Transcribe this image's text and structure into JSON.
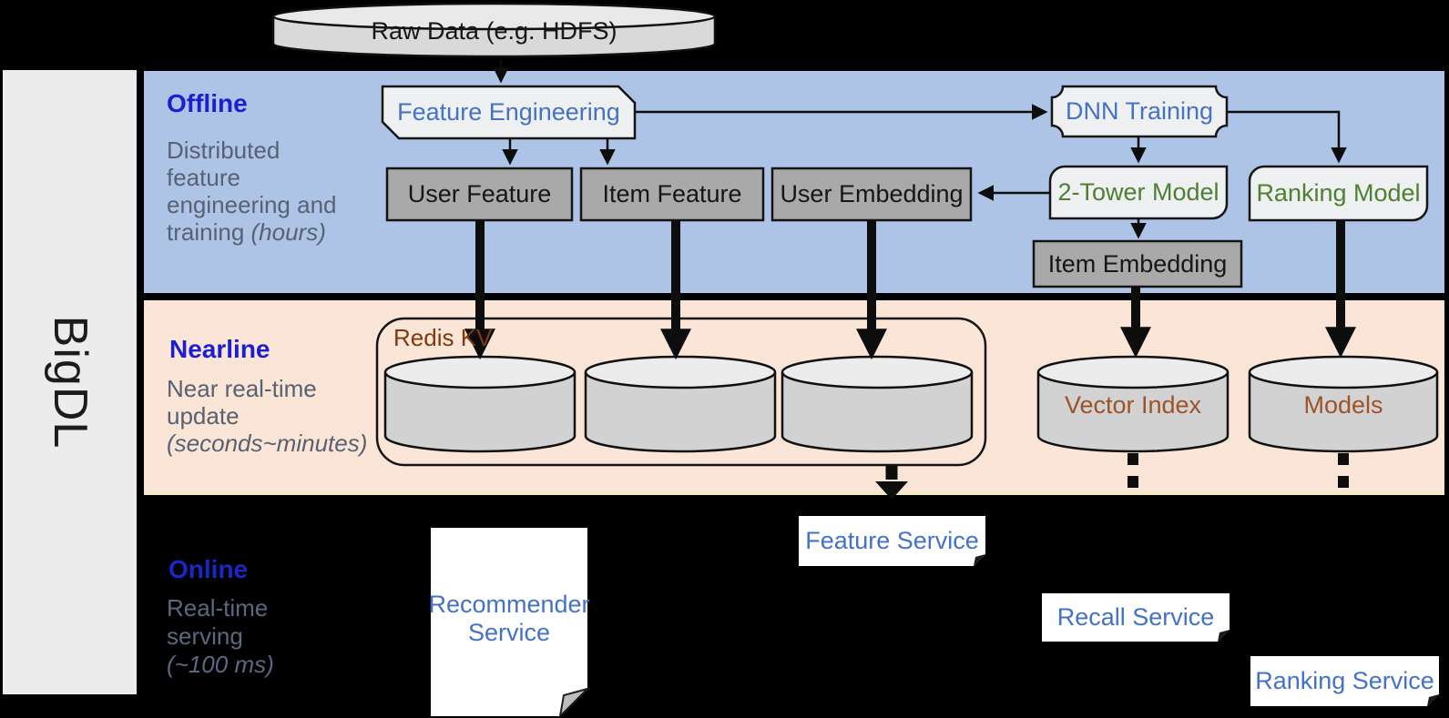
{
  "sidebar": {
    "label": "BigDL"
  },
  "bands": {
    "offline": {
      "title": "Offline",
      "lines": [
        "Distributed",
        "feature",
        "engineering and"
      ],
      "last_prefix": "training ",
      "last_italic": "(hours)"
    },
    "nearline": {
      "title": "Nearline",
      "lines": [
        "Near real-time",
        "update"
      ],
      "last_italic": "(seconds~minutes)"
    },
    "online": {
      "title": "Online",
      "lines": [
        "Real-time",
        "serving"
      ],
      "last_italic": "(~100 ms)"
    }
  },
  "nodes": {
    "raw_data": {
      "label": "Raw Data (e.g. HDFS)"
    },
    "feature_engineering": {
      "label": "Feature Engineering"
    },
    "user_feature": {
      "label": "User Feature"
    },
    "item_feature": {
      "label": "Item Feature"
    },
    "user_embedding": {
      "label": "User Embedding"
    },
    "dnn_training": {
      "label": "DNN Training"
    },
    "two_tower_model": {
      "label": "2-Tower Model"
    },
    "ranking_model": {
      "label": "Ranking Model"
    },
    "item_embedding": {
      "label": "Item Embedding"
    },
    "redis_kv": {
      "label": "Redis KV"
    },
    "vector_index": {
      "label": "Vector Index"
    },
    "models": {
      "label": "Models"
    },
    "recommender_service": {
      "label": "Recommender Service"
    },
    "feature_service": {
      "label": "Feature Service"
    },
    "recall_service": {
      "label": "Recall Service"
    },
    "ranking_service": {
      "label": "Ranking Service"
    }
  },
  "colors": {
    "offline_band": "#aec4e6",
    "nearline_band": "#fbe5d6",
    "band_title_blue": "#1b1fd0",
    "desc_gray": "#576172",
    "node_blue_text": "#4472c4",
    "node_green_text": "#4e8032",
    "cylinder_brown_text": "#9c5426",
    "redis_brown_text": "#7d3a0e",
    "dark_node_fill": "#a9a9a9",
    "light_node_fill": "#eef0f2",
    "cylinder_fill": "#d2d2d2",
    "background": "#000000"
  }
}
